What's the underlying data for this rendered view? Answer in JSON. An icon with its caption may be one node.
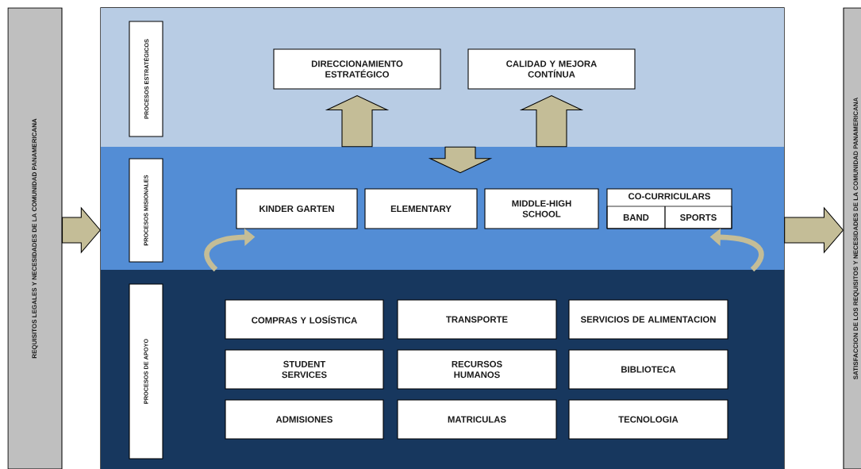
{
  "diagram": {
    "nodes": [
      {
        "text": [
          "REQUISITOS LEGALES Y NECESIDADES DE LA COMUNIDAD PANAMERICANA"
        ]
      },
      {
        "text": [],
        "shape": "box"
      },
      {
        "text": [],
        "shape": "band",
        "in": 1
      },
      {
        "text": [
          "PROCESOS ESTRATÉGICOS"
        ],
        "in": 2
      },
      {
        "text": [
          "DIRECCIONAMIENTO ESTRATÉGICO"
        ],
        "in": 2
      },
      {
        "text": [
          "CALIDAD Y MEJORA CONTÍNUA"
        ],
        "in": 2
      },
      {
        "text": [],
        "shape": "band",
        "in": 1
      },
      {
        "text": [
          "PROCESOS MISIONALES"
        ],
        "in": 6
      },
      {
        "text": [
          "KINDER GARTEN"
        ],
        "in": 6
      },
      {
        "text": [
          "ELEMENTARY"
        ],
        "in": 6
      },
      {
        "text": [
          "MIDDLE-HIGH SCHOOL"
        ],
        "in": 6
      },
      {
        "text": [
          "CO-CURRICULARS"
        ],
        "in": 6
      },
      {
        "text": [
          "BAND"
        ],
        "in": 11
      },
      {
        "text": [
          "SPORTS"
        ],
        "in": 11
      },
      {
        "text": [],
        "shape": "band",
        "in": 1
      },
      {
        "text": [
          "PROCESOS DE APOYO"
        ],
        "in": 14
      },
      {
        "text": [
          "COMPRAS Y LOSÍSTICA"
        ],
        "in": 14
      },
      {
        "text": [
          "TRANSPORTE"
        ],
        "in": 14
      },
      {
        "text": [
          "SERVICIOS DE ALIMENTACION"
        ],
        "in": 14
      },
      {
        "text": [
          "STUDENT SERVICES"
        ],
        "in": 14
      },
      {
        "text": [
          "RECURSOS HUMANOS"
        ],
        "in": 14
      },
      {
        "text": [
          "BIBLIOTECA"
        ],
        "in": 14
      },
      {
        "text": [
          "ADMISIONES"
        ],
        "in": 14
      },
      {
        "text": [
          "MATRICULAS"
        ],
        "in": 14
      },
      {
        "text": [
          "TECNOLOGIA"
        ],
        "in": 14
      },
      {
        "text": [
          "SATISFACCION DE LOS REQUISITOS Y NECESIDADES DE LA COMUNIDAD PANAMERICANA"
        ]
      }
    ],
    "edges": [
      {
        "from": 0,
        "to": 1,
        "arrow": "to"
      },
      {
        "from": 6,
        "to": 4,
        "arrow": "to"
      },
      {
        "from": 6,
        "to": 5,
        "arrow": "to"
      },
      {
        "from": 2,
        "to": 6,
        "arrow": "to"
      },
      {
        "from": 14,
        "to": 8,
        "arrow": "to"
      },
      {
        "from": 14,
        "to": 11,
        "arrow": "to"
      },
      {
        "from": 1,
        "to": 25,
        "arrow": "to"
      }
    ]
  }
}
